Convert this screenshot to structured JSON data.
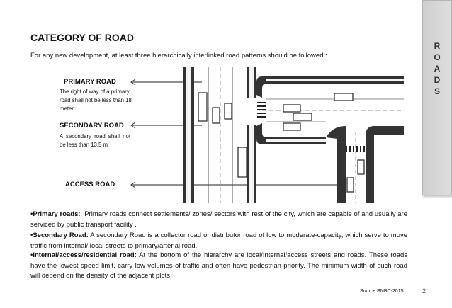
{
  "title": "CATEGORY OF ROAD",
  "intro": "For any new development, at least three hierarchically interlinked road patterns should be followed :",
  "labels": {
    "primary": {
      "heading": "PRIMARY ROAD",
      "desc": "The right of way of a primary road shall not be less than 18 meter"
    },
    "secondary": {
      "heading": "SECONDARY ROAD",
      "desc": "A secondary road shall not be less than 13.5 m"
    },
    "access": {
      "heading": "ACCESS ROAD"
    }
  },
  "bullets": [
    {
      "term": "Primary roads:",
      "text": "Primary roads connect settlements/ zones/ sectors with rest of the city, which are capable of and usually are serviced by public transport facility ."
    },
    {
      "term": "Secondary Road:",
      "text": "A secondary Road is a collector road or distributor road of low to moderate-capacity, which serve to move traffic from internal/ local streets to primary/arterial road."
    },
    {
      "term": "Internal/access/residential road:",
      "text": "At the bottom of the hierarchy are local/Internal/access streets and roads. These roads have the lowest speed limit, carry low volumes of traffic and often have pedestrian priority. The minimum width of such road will depend on the density of the adjacent plots"
    }
  ],
  "source": "Source:BNBC-2015",
  "page_number": "2",
  "side_letters": [
    "R",
    "O",
    "A",
    "D",
    "S"
  ]
}
